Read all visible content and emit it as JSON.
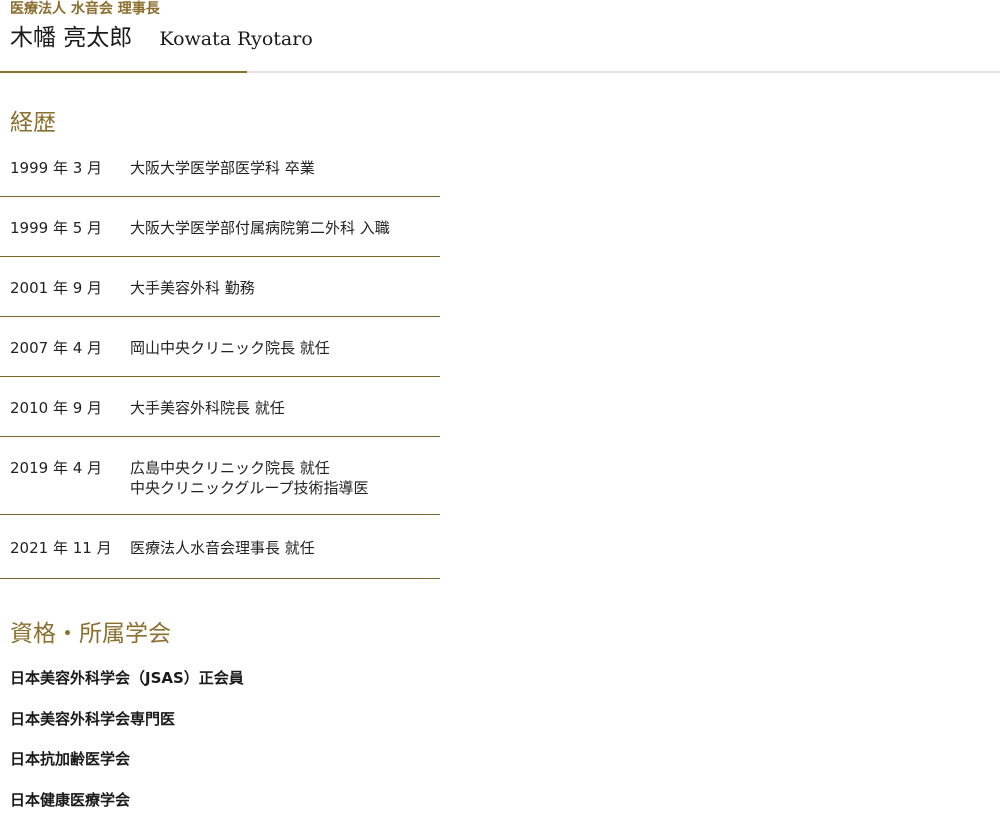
{
  "header": {
    "role": "医療法人 水音会 理事長",
    "name_ja": "木幡 亮太郎",
    "name_en": "Kowata Ryotaro"
  },
  "career": {
    "title": "経歴",
    "rows": [
      {
        "date": "1999 年 3 月",
        "lines": [
          "大阪大学医学部医学科 卒業"
        ]
      },
      {
        "date": "1999 年 5 月",
        "lines": [
          "大阪大学医学部付属病院第二外科 入職"
        ]
      },
      {
        "date": "2001 年 9 月",
        "lines": [
          "大手美容外科 勤務"
        ]
      },
      {
        "date": "2007 年 4 月",
        "lines": [
          "岡山中央クリニック院長 就任"
        ]
      },
      {
        "date": "2010 年 9 月",
        "lines": [
          "大手美容外科院長 就任"
        ]
      },
      {
        "date": "2019 年 4 月",
        "lines": [
          "広島中央クリニック院長 就任",
          "中央クリニックグループ技術指導医"
        ]
      },
      {
        "date": "2021 年 11 月",
        "lines": [
          "医療法人水音会理事長 就任"
        ]
      }
    ]
  },
  "qualifications": {
    "title": "資格・所属学会",
    "items": [
      "日本美容外科学会（JSAS）正会員",
      "日本美容外科学会専門医",
      "日本抗加齢医学会",
      "日本健康医療学会"
    ]
  },
  "colors": {
    "accent": "#8a6f2e",
    "rule": "#7a6326",
    "header_rule": "#e3e3e3"
  }
}
